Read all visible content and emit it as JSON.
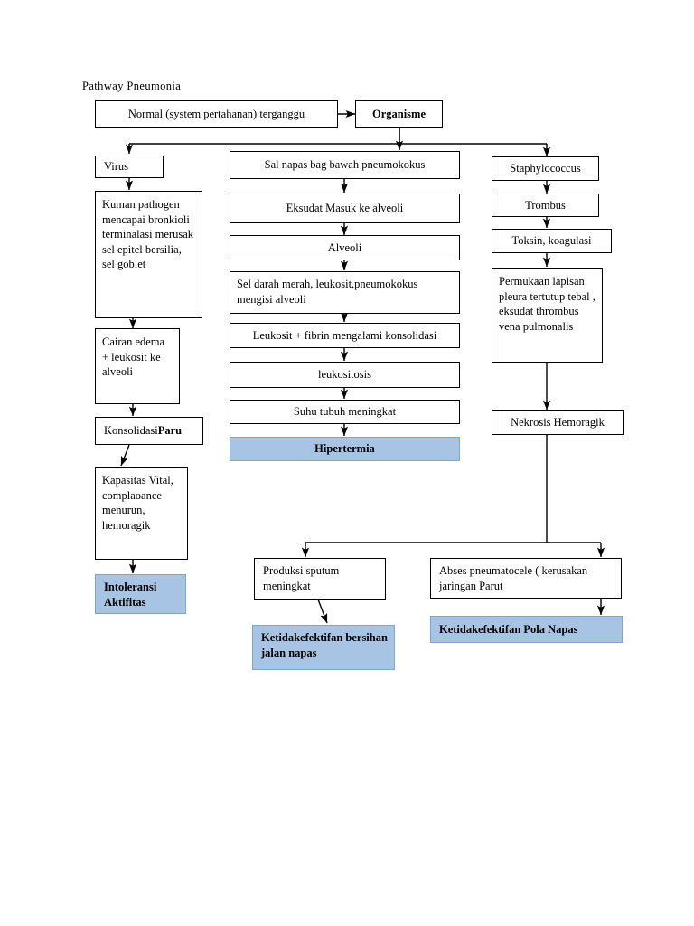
{
  "page": {
    "title": "Pathway Pneumonia",
    "background": "#ffffff",
    "accent_blue": "#a8c4e5",
    "border_color": "#000000"
  },
  "diagram": {
    "type": "flowchart",
    "orientation": "top-down",
    "nodes": {
      "normal": {
        "label": "Normal (system pertahanan) terganggu",
        "style": "plain"
      },
      "organisme": {
        "label": "Organisme",
        "style": "bold"
      },
      "virus": {
        "label": "Virus",
        "style": "plain"
      },
      "kuman_pathogen": {
        "label": "Kuman pathogen mencapai bronkioli terminalasi merusak sel epitel bersilia, sel goblet",
        "style": "plain"
      },
      "cairan_edema": {
        "label": "Cairan edema + leukosit ke alveoli",
        "style": "plain"
      },
      "konsolidasi_paru": {
        "label": "Konsolidasi Paru",
        "style": "mixed-bold-tail",
        "label_plain": "Konsolidasi ",
        "label_bold": "Paru"
      },
      "kapasitas_vital": {
        "label": "Kapasitas Vital, complaoance menurun, hemoragik",
        "style": "plain"
      },
      "intoleransi_aktifitas": {
        "label": "Intoleransi Aktifitas",
        "style": "outcome-blue"
      },
      "sal_napas": {
        "label": "Sal napas bag bawah pneumokokus",
        "style": "plain"
      },
      "eksudat": {
        "label": "Eksudat Masuk ke alveoli",
        "style": "plain"
      },
      "alveoli": {
        "label": "Alveoli",
        "style": "plain"
      },
      "sel_darah_merah": {
        "label": "Sel darah merah, leukosit,pneumokokus mengisi alveoli",
        "style": "plain"
      },
      "leukosit_fibrin": {
        "label": "Leukosit + fibrin mengalami konsolidasi",
        "style": "plain"
      },
      "leukositosis": {
        "label": "leukositosis",
        "style": "plain"
      },
      "suhu_tubuh": {
        "label": "Suhu tubuh meningkat",
        "style": "plain"
      },
      "hipertermia": {
        "label": "Hipertermia",
        "style": "outcome-blue"
      },
      "staphylococcus": {
        "label": "Staphylococcus",
        "style": "plain"
      },
      "trombus": {
        "label": "Trombus",
        "style": "plain"
      },
      "toksin": {
        "label": "Toksin, koagulasi",
        "style": "plain"
      },
      "permukaan_pleura": {
        "label": "Permukaan lapisan pleura tertutup tebal , eksudat thrombus vena pulmonalis",
        "style": "plain"
      },
      "nekrosis": {
        "label": "Nekrosis Hemoragik",
        "style": "plain"
      },
      "produksi_sputum": {
        "label": "Produksi sputum meningkat",
        "style": "plain"
      },
      "ketidakefektifan_bersihan": {
        "label": "Ketidakefektifan bersihan jalan napas",
        "style": "outcome-blue"
      },
      "abses": {
        "label": "Abses pneumatocele ( kerusakan jaringan Parut",
        "style": "plain"
      },
      "ketidakefektifan_pola_napas": {
        "label": "Ketidakefektifan Pola Napas",
        "style": "outcome-blue"
      }
    },
    "edges": [
      {
        "from": "normal",
        "to": "organisme"
      },
      {
        "from": "organisme",
        "to": "virus"
      },
      {
        "from": "organisme",
        "to": "sal_napas"
      },
      {
        "from": "organisme",
        "to": "staphylococcus"
      },
      {
        "from": "virus",
        "to": "kuman_pathogen"
      },
      {
        "from": "kuman_pathogen",
        "to": "cairan_edema"
      },
      {
        "from": "cairan_edema",
        "to": "konsolidasi_paru"
      },
      {
        "from": "konsolidasi_paru",
        "to": "kapasitas_vital"
      },
      {
        "from": "kapasitas_vital",
        "to": "intoleransi_aktifitas"
      },
      {
        "from": "sal_napas",
        "to": "eksudat"
      },
      {
        "from": "eksudat",
        "to": "alveoli"
      },
      {
        "from": "alveoli",
        "to": "sel_darah_merah"
      },
      {
        "from": "sel_darah_merah",
        "to": "leukosit_fibrin"
      },
      {
        "from": "leukosit_fibrin",
        "to": "leukositosis"
      },
      {
        "from": "leukositosis",
        "to": "suhu_tubuh"
      },
      {
        "from": "suhu_tubuh",
        "to": "hipertermia"
      },
      {
        "from": "staphylococcus",
        "to": "trombus"
      },
      {
        "from": "trombus",
        "to": "toksin"
      },
      {
        "from": "toksin",
        "to": "permukaan_pleura"
      },
      {
        "from": "permukaan_pleura",
        "to": "nekrosis"
      },
      {
        "from": "nekrosis",
        "to": "produksi_sputum"
      },
      {
        "from": "nekrosis",
        "to": "abses"
      },
      {
        "from": "produksi_sputum",
        "to": "ketidakefektifan_bersihan"
      },
      {
        "from": "abses",
        "to": "ketidakefektifan_pola_napas"
      }
    ]
  }
}
